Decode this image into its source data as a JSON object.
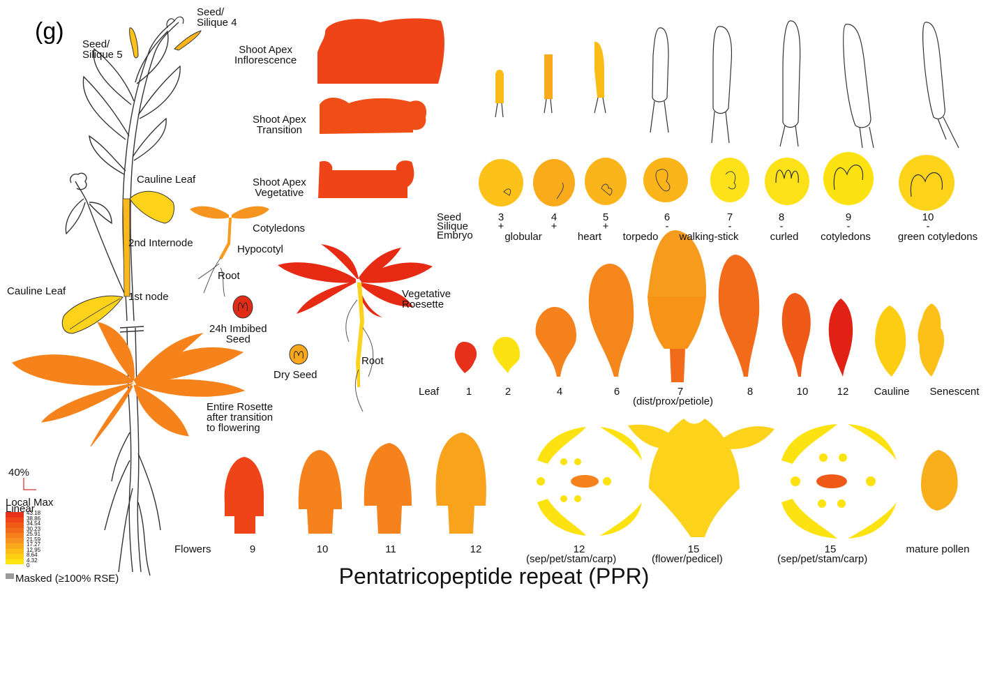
{
  "panel_label": "(g)",
  "title": "Pentatricopeptide repeat (PPR)",
  "colors": {
    "c43": "#e8311a",
    "c38": "#ee4417",
    "c34": "#f05a18",
    "c30": "#f26b1a",
    "c25": "#f5801c",
    "c21": "#f7931e",
    "c17": "#f9a91c",
    "c12": "#fbbc18",
    "c8": "#fdcd14",
    "c4": "#fee312",
    "c0": "#ffffff",
    "masked": "#9a9a9a"
  },
  "plant_labels": {
    "seed_silique4": "Seed/\nSilique 4",
    "seed_silique5": "Seed/\nSilique 5",
    "cauline_leaf_top": "Cauline Leaf",
    "internode2": "2nd Internode",
    "cauline_leaf_left": "Cauline Leaf",
    "node1": "1st node",
    "entire_rosette": "Entire Rosette\nafter transition\nto flowering"
  },
  "shoot_labels": {
    "inflorescence": "Shoot Apex\nInflorescence",
    "transition": "Shoot Apex\nTransition",
    "vegetative": "Shoot Apex\nVegetative"
  },
  "seedling_labels": {
    "cotyledons": "Cotyledons",
    "hypocotyl": "Hypocotyl",
    "root": "Root",
    "imbibed": "24h Imbibed\nSeed",
    "dry_seed": "Dry Seed",
    "veg_rosette": "Vegetative\nRoesette",
    "root2": "Root"
  },
  "seed_row": {
    "head_seed": "Seed",
    "head_silique": "Silique",
    "head_embryo": "Embryo",
    "stages": [
      {
        "seed": "3",
        "silique": "+",
        "embryo": "globular"
      },
      {
        "seed": "4",
        "silique": "+",
        "embryo": ""
      },
      {
        "seed": "5",
        "silique": "+",
        "embryo": "heart"
      },
      {
        "seed": "6",
        "silique": "-",
        "embryo": "torpedo"
      },
      {
        "seed": "7",
        "silique": "-",
        "embryo": "walking-stick"
      },
      {
        "seed": "8",
        "silique": "-",
        "embryo": "curled"
      },
      {
        "seed": "9",
        "silique": "-",
        "embryo": "cotyledons"
      },
      {
        "seed": "10",
        "silique": "-",
        "embryo": "green cotyledons"
      }
    ]
  },
  "leaf_row": {
    "head": "Leaf",
    "labels": [
      "1",
      "2",
      "4",
      "6",
      "7",
      "8",
      "10",
      "12",
      "Cauline",
      "Senescent"
    ],
    "sublabel": "(dist/prox/petiole)"
  },
  "flower_row": {
    "head": "Flowers",
    "labels": [
      "9",
      "10",
      "11",
      "12",
      "12",
      "15",
      "15",
      "mature pollen"
    ],
    "sublabels": [
      "(sep/pet/stam/carp)",
      "(flower/pedicel)",
      "(sep/pet/stam/carp)"
    ]
  },
  "legend": {
    "pct": "40%",
    "title1": "Local Max",
    "title2": "Linear",
    "values": [
      "43.18",
      "38.86",
      "34.54",
      "30.23",
      "25.91",
      "21.59",
      "17.27",
      "12.95",
      "8.64",
      "4.32",
      "0"
    ],
    "masked": "Masked (≥100% RSE)"
  }
}
